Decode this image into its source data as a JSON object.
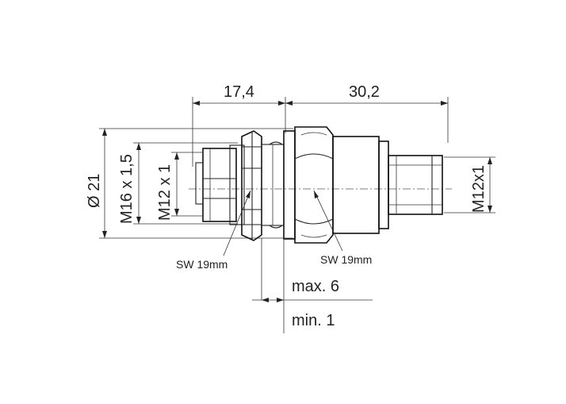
{
  "dimensions": {
    "rear_length": "17,4",
    "front_length": "30,2",
    "diameter": "Ø 21",
    "thread_m16": "M16 x 1,5",
    "thread_m12_left": "M12 x 1",
    "thread_m12_right": "M12x1",
    "wrench_left": "SW 19mm",
    "wrench_right": "SW 19mm",
    "panel_max": "max. 6",
    "panel_min": "min. 1"
  }
}
